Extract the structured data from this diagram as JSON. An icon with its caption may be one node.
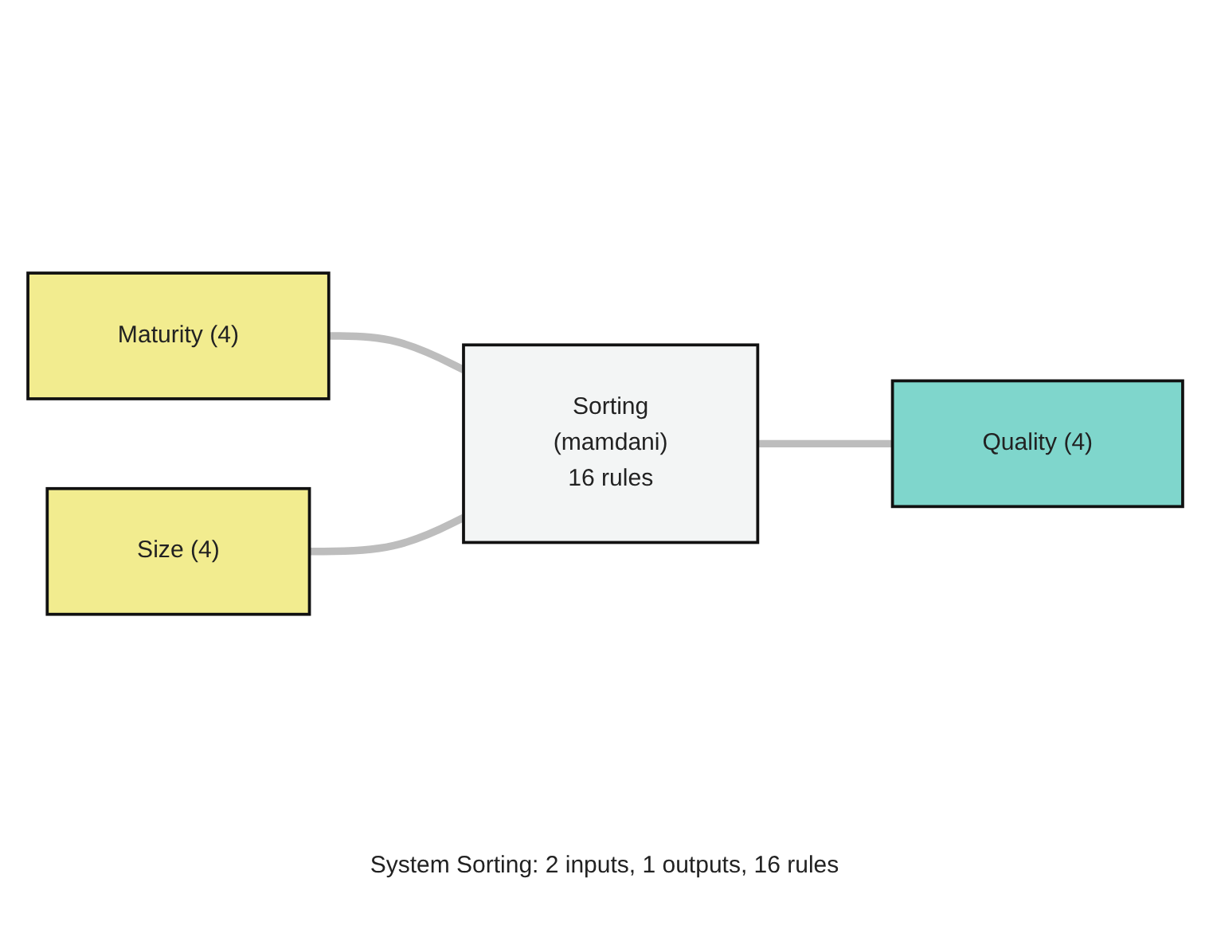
{
  "diagram": {
    "nodes": [
      {
        "text": [
          "Maturity (4)"
        ]
      },
      {
        "text": [
          "Size (4)"
        ]
      },
      {
        "text": [
          "Sorting",
          "(mamdani)",
          "16 rules"
        ]
      },
      {
        "text": [
          "Quality (4)"
        ]
      }
    ],
    "edges": [
      {
        "from": 0,
        "to": 2,
        "arrow": "none"
      },
      {
        "from": 1,
        "to": 2,
        "arrow": "none"
      },
      {
        "from": 2,
        "to": 3,
        "arrow": "none"
      }
    ],
    "labels": [
      "System Sorting: 2 inputs, 1 outputs, 16 rules"
    ]
  }
}
